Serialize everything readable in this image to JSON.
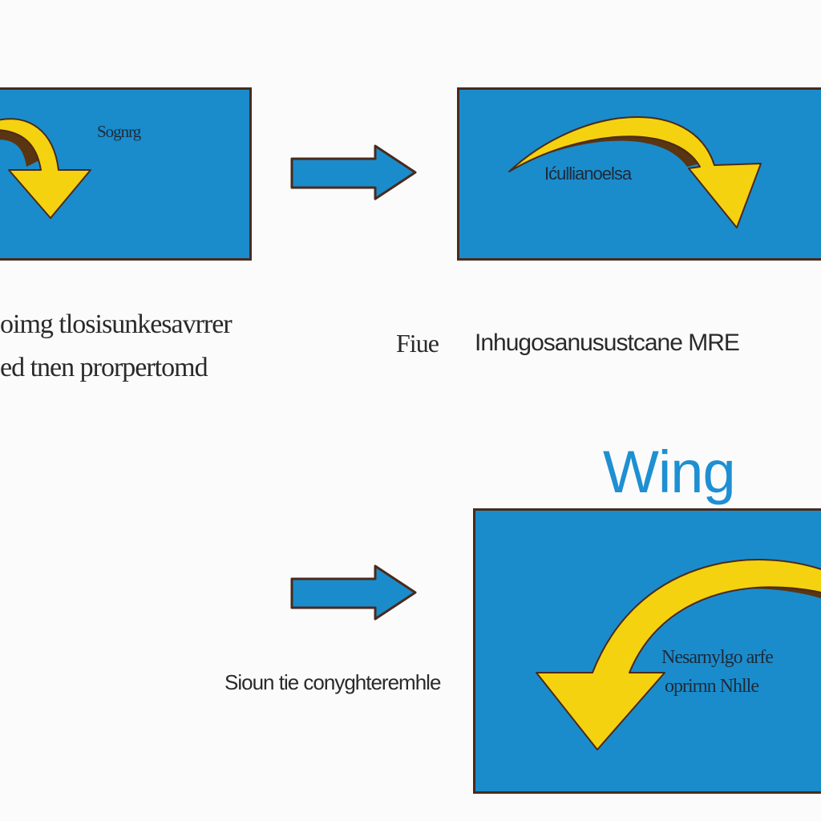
{
  "panels": {
    "top_left_label": "Sognrg",
    "top_right_label": "Ićullianoelsa",
    "bottom_right_label_1": "Nesarnylgo arfe",
    "bottom_right_label_2": "oprirnn Nhlle"
  },
  "captions": {
    "top_left_line_1": "oimg tlosisunkesavrrer",
    "top_left_line_2": "ed tnen prorpertomd",
    "top_right_line_1_prefix": "Fiue",
    "top_right_line_1_rest": "Inhugosanusustcane MRE",
    "bottom_left": "Sioun tie conyghteremhle"
  },
  "title": "Wing",
  "colors": {
    "panel_blue": "#1a8ccc",
    "panel_border": "#4a2a1c",
    "arrow_yellow": "#f5d20f",
    "arrow_shadow": "#5a3512",
    "flow_arrow_blue": "#1a8ccc",
    "title_blue": "#1e8fd2"
  }
}
